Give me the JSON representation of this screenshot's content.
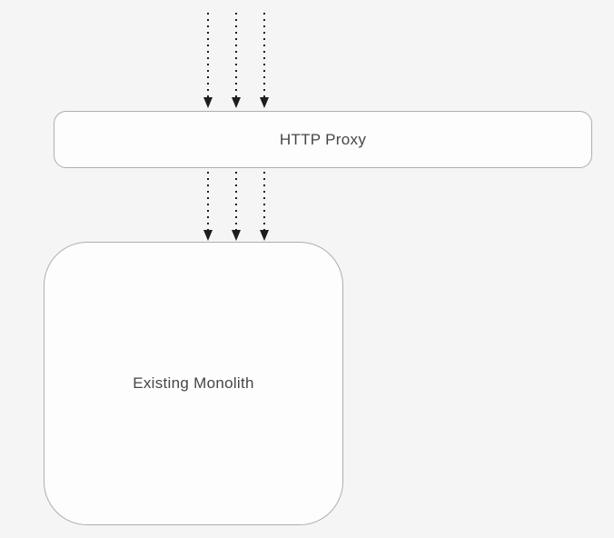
{
  "diagram": {
    "type": "architecture-flow",
    "nodes": [
      {
        "id": "http-proxy",
        "label": "HTTP Proxy",
        "shape": "wide-rounded-rectangle"
      },
      {
        "id": "existing-monolith",
        "label": "Existing Monolith",
        "shape": "large-rounded-rectangle"
      }
    ],
    "flows": [
      {
        "name": "incoming-requests",
        "to": "http-proxy",
        "style": "dotted",
        "direction": "down",
        "arrow_count": 3
      },
      {
        "name": "proxied-requests",
        "from": "http-proxy",
        "to": "existing-monolith",
        "style": "dotted",
        "direction": "down",
        "arrow_count": 3
      }
    ],
    "colors": {
      "background": "#f6f5f6",
      "node_fill": "#fdfdfe",
      "node_border": "#aeacaf",
      "arrow": "#1d1d1f",
      "text": "#464548"
    }
  }
}
